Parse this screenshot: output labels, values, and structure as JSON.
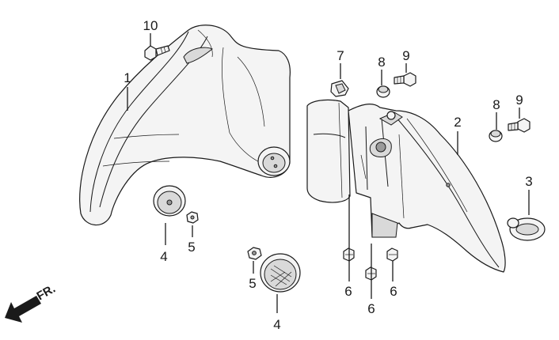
{
  "diagram": {
    "callouts": {
      "c1": "1",
      "c2": "2",
      "c3": "3",
      "c4a": "4",
      "c4b": "4",
      "c5a": "5",
      "c5b": "5",
      "c6a": "6",
      "c6b": "6",
      "c6c": "6",
      "c7": "7",
      "c8a": "8",
      "c8b": "8",
      "c9a": "9",
      "c9b": "9",
      "c10": "10"
    },
    "direction_label": "FR."
  }
}
